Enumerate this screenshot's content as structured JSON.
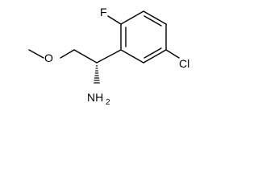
{
  "molecule": {
    "atoms": {
      "fluorine": "F",
      "chlorine": "Cl",
      "oxygen": "O",
      "amine_main": "NH",
      "amine_sub": "2"
    }
  }
}
